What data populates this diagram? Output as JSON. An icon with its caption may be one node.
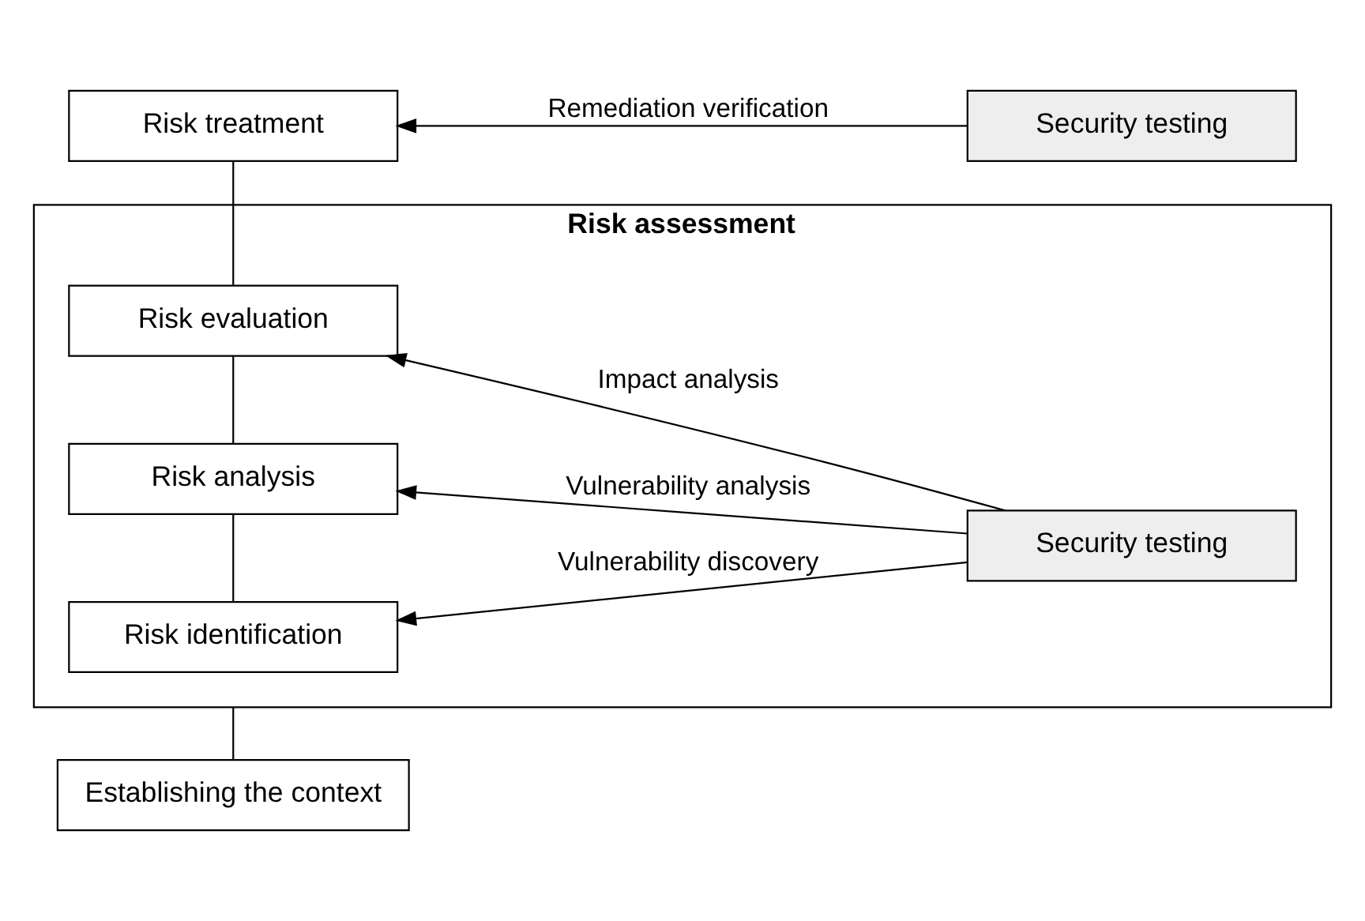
{
  "diagram": {
    "nodes": [
      {
        "text": [
          "Establishing the context"
        ]
      },
      {
        "text": [
          "Risk assessment"
        ]
      },
      {
        "text": [
          "Risk identification"
        ],
        "in": 1
      },
      {
        "text": [
          "Risk analysis"
        ],
        "in": 1
      },
      {
        "text": [
          "Risk evaluation"
        ],
        "in": 1
      },
      {
        "text": [
          "Security testing"
        ],
        "in": 1
      },
      {
        "text": [
          "Risk treatment"
        ]
      },
      {
        "text": [
          "Security testing"
        ]
      }
    ],
    "edges": [
      {
        "from": 0,
        "to": 1,
        "arrow": "none"
      },
      {
        "from": 2,
        "to": 3,
        "arrow": "none"
      },
      {
        "from": 3,
        "to": 4,
        "arrow": "none"
      },
      {
        "from": 4,
        "to": 6,
        "arrow": "none"
      },
      {
        "from": 5,
        "to": 2,
        "arrow": "to",
        "label": "Vulnerability discovery"
      },
      {
        "from": 5,
        "to": 3,
        "arrow": "to",
        "label": "Vulnerability analysis"
      },
      {
        "from": 5,
        "to": 4,
        "arrow": "to",
        "label": "Impact analysis"
      },
      {
        "from": 7,
        "to": 6,
        "arrow": "to",
        "label": "Remediation verification"
      }
    ]
  }
}
